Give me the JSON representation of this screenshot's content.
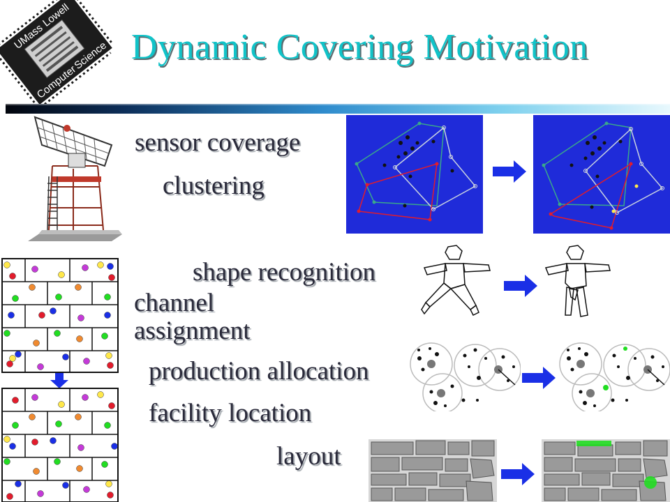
{
  "slide": {
    "title": "Dynamic Covering Motivation",
    "logo": {
      "top_left": "UMass",
      "top_right": "Lowell",
      "bottom_left": "Computer",
      "bottom_right": "Science"
    },
    "topics": {
      "sensor_coverage": "sensor coverage",
      "clustering": "clustering",
      "shape_recognition": "shape recognition",
      "channel_line1": "channel",
      "channel_line2": "assignment",
      "production_allocation": "production allocation",
      "facility_location": "facility location",
      "layout": "layout"
    },
    "colors": {
      "title": "#11c3c8",
      "panel_blue": "#1f2bd9",
      "arrow_blue": "#1a2fe6",
      "highlight_green": "#22dd22"
    },
    "icons": [
      "umass-lowell-logo",
      "radar-tower-icon",
      "arrow-right-icon",
      "arrow-down-icon"
    ]
  }
}
